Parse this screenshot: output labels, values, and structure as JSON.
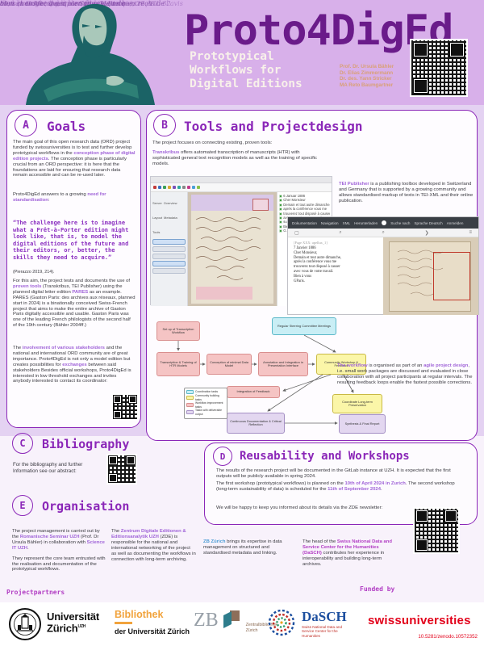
{
  "colors": {
    "accent": "#8b27b8",
    "link": "#a064d8",
    "magenta": "#b23ec4",
    "blue": "#4a9bd4",
    "red": "#e2001a",
    "orange": "#f1a33c",
    "title_purple": "#6a1b8a",
    "header_bg": "#d8b0ea"
  },
  "header": {
    "title": "Proto4DigEd",
    "subtitle_lines": [
      "Prototypical",
      "Workflows for",
      "Digital Editions"
    ],
    "authors": [
      "Prof. Dr. Ursula Bähler",
      "Dr. Elias Zimmermann",
      "Dr. des. Yann Stricker",
      "MA Reto Baumgartner"
    ],
    "handwriting_lines": [
      "cli, k. i. Gogh. Quelq. la Salle (Meauche), 27. VII. 82",
      "Mon cher Monsieur, hier nous avons bien reçu",
      "bien et avant ; il y a para mon petit de votre étude",
      "nous la trouve avant – on friday, quelques mots de l'avis",
      "tout à vous, et à demain (au reste mon",
      "donc pour Verona, à bientôt – G. Paris"
    ]
  },
  "section_a": {
    "letter": "A",
    "title": "Goals",
    "p1": [
      {
        "t": "The main goal of this open research data (ORD) project funded by swissuniversities is to test and further develop prototypical workflows in the "
      },
      {
        "t": "conception phase of digital edition projects",
        "c": "lk"
      },
      {
        "t": ". The conception phase is particularly crucial from an ORD perspective: it is here that the foundations are laid for ensuring that research data remain accessible and can be re-used later."
      }
    ],
    "p2": [
      {
        "t": "Proto4DigEd answers to a growing "
      },
      {
        "t": "need for standardisation",
        "c": "lk"
      },
      {
        "t": ":"
      }
    ],
    "quote": "“The challenge here is to imagine what a Prêt-à-Porter edition might look like, that is, to model the digital editions of the future and their editors, or, better, the skills they need to acquire.”",
    "cite": "(Pierazzo 2019, 214).",
    "p3": [
      {
        "t": "For this aim, the project tests and documents the use of "
      },
      {
        "t": "proven tools",
        "c": "lk"
      },
      {
        "t": " (Transkribus, TEI Publisher) using the planned digital letter edition "
      },
      {
        "t": "PARES",
        "c": "lk"
      },
      {
        "t": " as an example. PARES (Gaston Paris: des archives aux réseaux, planned start in 2024) is a binationally conceived Swiss-French project that aims to make the entire archive of Gaston Paris digitally accessible and usable. Gaston Paris was one of the leading French philologists of the second half of the 19th century (Bähler 2004ff.)"
      }
    ],
    "p4": [
      {
        "t": "The "
      },
      {
        "t": "involvement of various stakeholders",
        "c": "lk"
      },
      {
        "t": " and the national and international ORD community are of great importance. Proto4DigEd is not only a model edition but creates possibilities for "
      },
      {
        "t": "exchanges",
        "c": "lk"
      },
      {
        "t": " between said stakeholders Besides official workshops, Proto4DigEd is interested in low threshold exchanges and invites anybody interested to contact its coordinator:"
      }
    ]
  },
  "section_b": {
    "letter": "B",
    "title": "Tools and Projectdesign",
    "intro": "The project focuses on connecting existing, proven tools:",
    "transkribus": [
      {
        "t": "Transkribus",
        "c": "lk"
      },
      {
        "t": " offers automated transcription of manuscripts (HTR) with sophisticated general text recognition models as well as the training of specific models."
      }
    ],
    "tei": [
      {
        "t": "TEI Publisher",
        "c": "lk"
      },
      {
        "t": " is a publishing toolbox developed in Switzerland and Germany that is supported by a growing community and allows standardised markup of texts in TEI-XML and their online publication."
      }
    ],
    "workflow": [
      {
        "t": "The workflow",
        "c": "lk"
      },
      {
        "t": " is organised as part of an "
      },
      {
        "t": "agile project design",
        "c": "lk"
      },
      {
        "t": ", i.e. small work packages are discussed and evaluated in close collaboration with all project participants at regular intervals. The resulting feedback loops enable the fastest possible corrections."
      }
    ]
  },
  "transkribus_ui": {
    "tabs": [
      "Server",
      "Overview",
      "Layout",
      "Metadata",
      "Tools"
    ],
    "rows": [
      "6 Januar 1886",
      "Cher Monsieur",
      "Demain et tout autre dimanche,",
      "après la conférence vous me",
      "trouverez tout disposé à causer",
      "avec vous de votre travail",
      "sur les romans de la Table Ronde.",
      "Bien à vous",
      "G. Paris"
    ]
  },
  "tei_ui": {
    "nav": [
      "Dokumentation",
      "Navigation",
      "XML",
      "Herunterladen"
    ],
    "nav_right": [
      "Suche nach",
      "Sprache Deutsch",
      "Anmelden"
    ],
    "pagemark": "[Page XXX: apellux_1]",
    "letter_lines": [
      "7 Janvier 1886",
      "Cher Monsieur,",
      "Demain et tout autre dimanche,",
      "après la conférence vous me",
      "trouverez tout disposé à causer",
      "avec vous de votre travail.",
      "Bien à vous",
      "GParis."
    ]
  },
  "flowchart": {
    "boxes": [
      {
        "label": "Regular Steering Committee Meetings",
        "type": "cyan"
      },
      {
        "label": "Set up of Transcription Workflow",
        "type": "pink"
      },
      {
        "label": "Transcription & Training of HTR Models",
        "type": "pink"
      },
      {
        "label": "Conception of minimal Data Model",
        "type": "pink"
      },
      {
        "label": "Annotation and Integration in Presentation Interface",
        "type": "pink"
      },
      {
        "label": "Community Workshop & Feedback",
        "type": "yellow"
      },
      {
        "label": "Integration of Feedback",
        "type": "pink"
      },
      {
        "label": "Coordinate Long-term Preservation",
        "type": "yellow"
      },
      {
        "label": "Continuous Documentation & Critical Reflection",
        "type": "violet"
      },
      {
        "label": "Synthesis & Final Report",
        "type": "violet"
      }
    ],
    "legend": [
      "Coordination tasks",
      "Community building tasks",
      "Workflow improvement tasks",
      "Tasks with deliverable output"
    ]
  },
  "section_c": {
    "letter": "C",
    "title": "Bibliography",
    "text": "For the bibliography and further Information see our abstract:"
  },
  "section_d": {
    "letter": "D",
    "title": "Reusability and Workshops",
    "p1": "The results of the research project will be documented in the GitLab instance at UZH. It is expected that the first outputs will be publicly available in spring 2024.",
    "p2": [
      {
        "t": "The first workshop (prototypical workflows) is planned on the "
      },
      {
        "t": "10th of April 2024 in Zurich",
        "c": "lk"
      },
      {
        "t": ". The second workshop (long-term sustainability of data) is scheduled for the "
      },
      {
        "t": "11th of September 2024",
        "c": "lk"
      },
      {
        "t": "."
      }
    ],
    "p3": "We will be happy to keep you informed about its details via the ZDE newsletter:"
  },
  "section_e": {
    "letter": "E",
    "title": "Organisation",
    "col1a": [
      {
        "t": "The project management is carried out by the "
      },
      {
        "t": "Romanische Seminar UZH",
        "c": "lk"
      },
      {
        "t": " (Prof. Dr Ursula Bähler) in collaboration with "
      },
      {
        "t": "Science IT UZH",
        "c": "lk"
      },
      {
        "t": "."
      }
    ],
    "col1b": "They represent the core team entrusted with the realisation and documentation of the prototypical workflows.",
    "col2": [
      {
        "t": "The "
      },
      {
        "t": "Zentrum Digitale Editionen & Editionsanalytik UZH",
        "c": "lk"
      },
      {
        "t": " (ZDE) is responsible for the national and international networking of the project as well as documenting the workflows in connection with long-term archiving."
      }
    ],
    "col3": [
      {
        "t": "ZB Zürich",
        "c": "lkb"
      },
      {
        "t": " brings its expertise in data management on structured and standardised metadata and linking."
      }
    ],
    "col4": [
      {
        "t": "The head of the "
      },
      {
        "t": "Swiss National Data and Service Center for the Humanities (DaSCH)",
        "c": "lkm"
      },
      {
        "t": " contributes her experience in interoperability and building long-term archives."
      }
    ]
  },
  "footer": {
    "projectpartners": "Projectpartners",
    "funded_by": "Funded by",
    "uzh": {
      "line1": "Universität",
      "line2": "Zürich",
      "sup": "UZH"
    },
    "bib": {
      "title": "Bibliothek",
      "sub": "der Universität Zürich"
    },
    "zb": {
      "abbr": "ZB",
      "name1": "Zentralbibliothek",
      "name2": "Zürich"
    },
    "dasch": {
      "abbr": "DaSCH",
      "sub1": "Swiss National Data and",
      "sub2": "Service Center for the",
      "sub3": "Humanities"
    },
    "swissuniversities": "swissuniversities",
    "doi": "10.5281/zenodo.10572352"
  }
}
